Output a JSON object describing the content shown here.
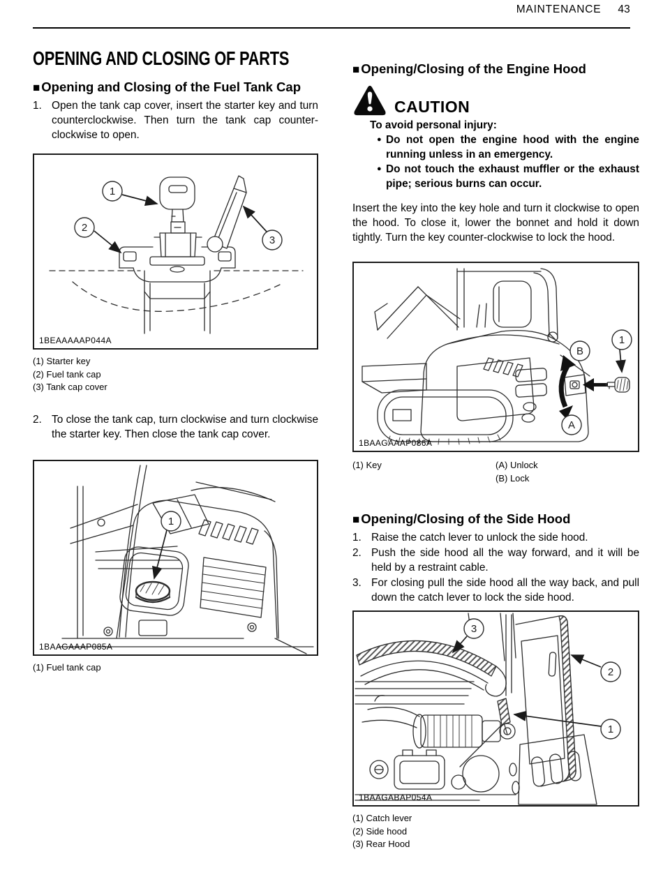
{
  "header": {
    "section_title": "MAINTENANCE",
    "page_number": "43"
  },
  "page_title": "OPENING AND CLOSING OF PARTS",
  "marker": "■",
  "bullet_char": "●",
  "sections": {
    "fuel_tank_cap": {
      "heading": "Opening and Closing of the Fuel Tank Cap",
      "steps": [
        {
          "num": "1.",
          "text": "Open the tank cap cover, insert the starter key and turn counterclockwise. Then turn the tank cap counter-clockwise to open."
        },
        {
          "num": "2.",
          "text": "To close the tank cap, turn clockwise and turn clockwise the starter key. Then close the tank cap cover."
        }
      ]
    },
    "engine_hood": {
      "heading": "Opening/Closing of the Engine Hood",
      "caution_label": "CAUTION",
      "caution_intro": "To avoid personal injury:",
      "caution_bullets": [
        "Do not open the engine hood with the engine running unless in an emergency.",
        "Do not touch the exhaust muffler or the exhaust pipe; serious burns can occur."
      ],
      "body": "Insert the key into the key hole and turn it clockwise to open the hood. To close it, lower the bonnet and hold it down tightly. Turn the key counter-clockwise to lock the hood."
    },
    "side_hood": {
      "heading": "Opening/Closing of the Side Hood",
      "steps": [
        {
          "num": "1.",
          "text": "Raise the catch lever to unlock the side hood."
        },
        {
          "num": "2.",
          "text": "Push the side hood all the way forward, and it will be held by a restraint cable."
        },
        {
          "num": "3.",
          "text": "For closing pull the side hood all the way back, and pull down the catch lever to lock the side hood."
        }
      ]
    }
  },
  "figures": {
    "fig1": {
      "caption": "1BEAAAAAP044A",
      "callouts": [
        "1",
        "2",
        "3"
      ],
      "legend": [
        "(1) Starter key",
        "(2) Fuel tank cap",
        "(3) Tank cap cover"
      ]
    },
    "fig2": {
      "caption": "1BAAGAAAP085A",
      "callouts": [
        "1"
      ],
      "legend": [
        "(1) Fuel tank cap"
      ]
    },
    "fig3": {
      "caption": "1BAAGAAAP086A",
      "callouts": [
        "1",
        "A",
        "B"
      ],
      "legend_col1": [
        "(1) Key"
      ],
      "legend_col2": [
        "(A) Unlock",
        "(B) Lock"
      ]
    },
    "fig4": {
      "caption": "1BAAGABAP054A",
      "callouts": [
        "1",
        "2",
        "3"
      ],
      "legend": [
        "(1) Catch lever",
        "(2) Side hood",
        "(3) Rear Hood"
      ]
    }
  }
}
